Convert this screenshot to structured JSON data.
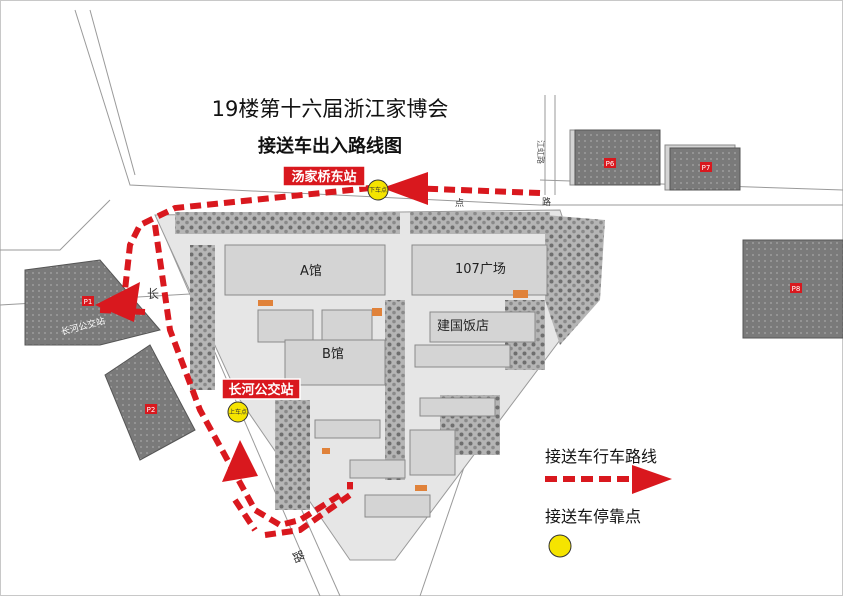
{
  "title": {
    "line1": "19楼第十六届浙江家博会",
    "line2": "接送车出入路线图"
  },
  "buildings": {
    "hall_a": "A馆",
    "hall_b": "B馆",
    "plaza": "107广场",
    "hotel": "建国饭店"
  },
  "stations": {
    "tangjiaqiao": "汤家桥东站",
    "changhe": "长河公交站"
  },
  "stops": {
    "dropoff": "下车点",
    "pickup": "上车点"
  },
  "parking": {
    "p1": "P1",
    "p2": "P2",
    "p6": "P6",
    "p7": "P7",
    "p8": "P8",
    "p1_label": "长河公交站"
  },
  "roads": {
    "chang_char": "长",
    "lu_char": "路",
    "dian_char": "点",
    "jiang_hong": "江虹路"
  },
  "legend": {
    "route_label": "接送车行车路线",
    "stop_label": "接送车停靠点"
  },
  "colors": {
    "route": "#d9181e",
    "stop": "#f5e400",
    "building": "#d4d4d4",
    "parking": "#8a8a8a",
    "green": "#9a9a9a"
  }
}
